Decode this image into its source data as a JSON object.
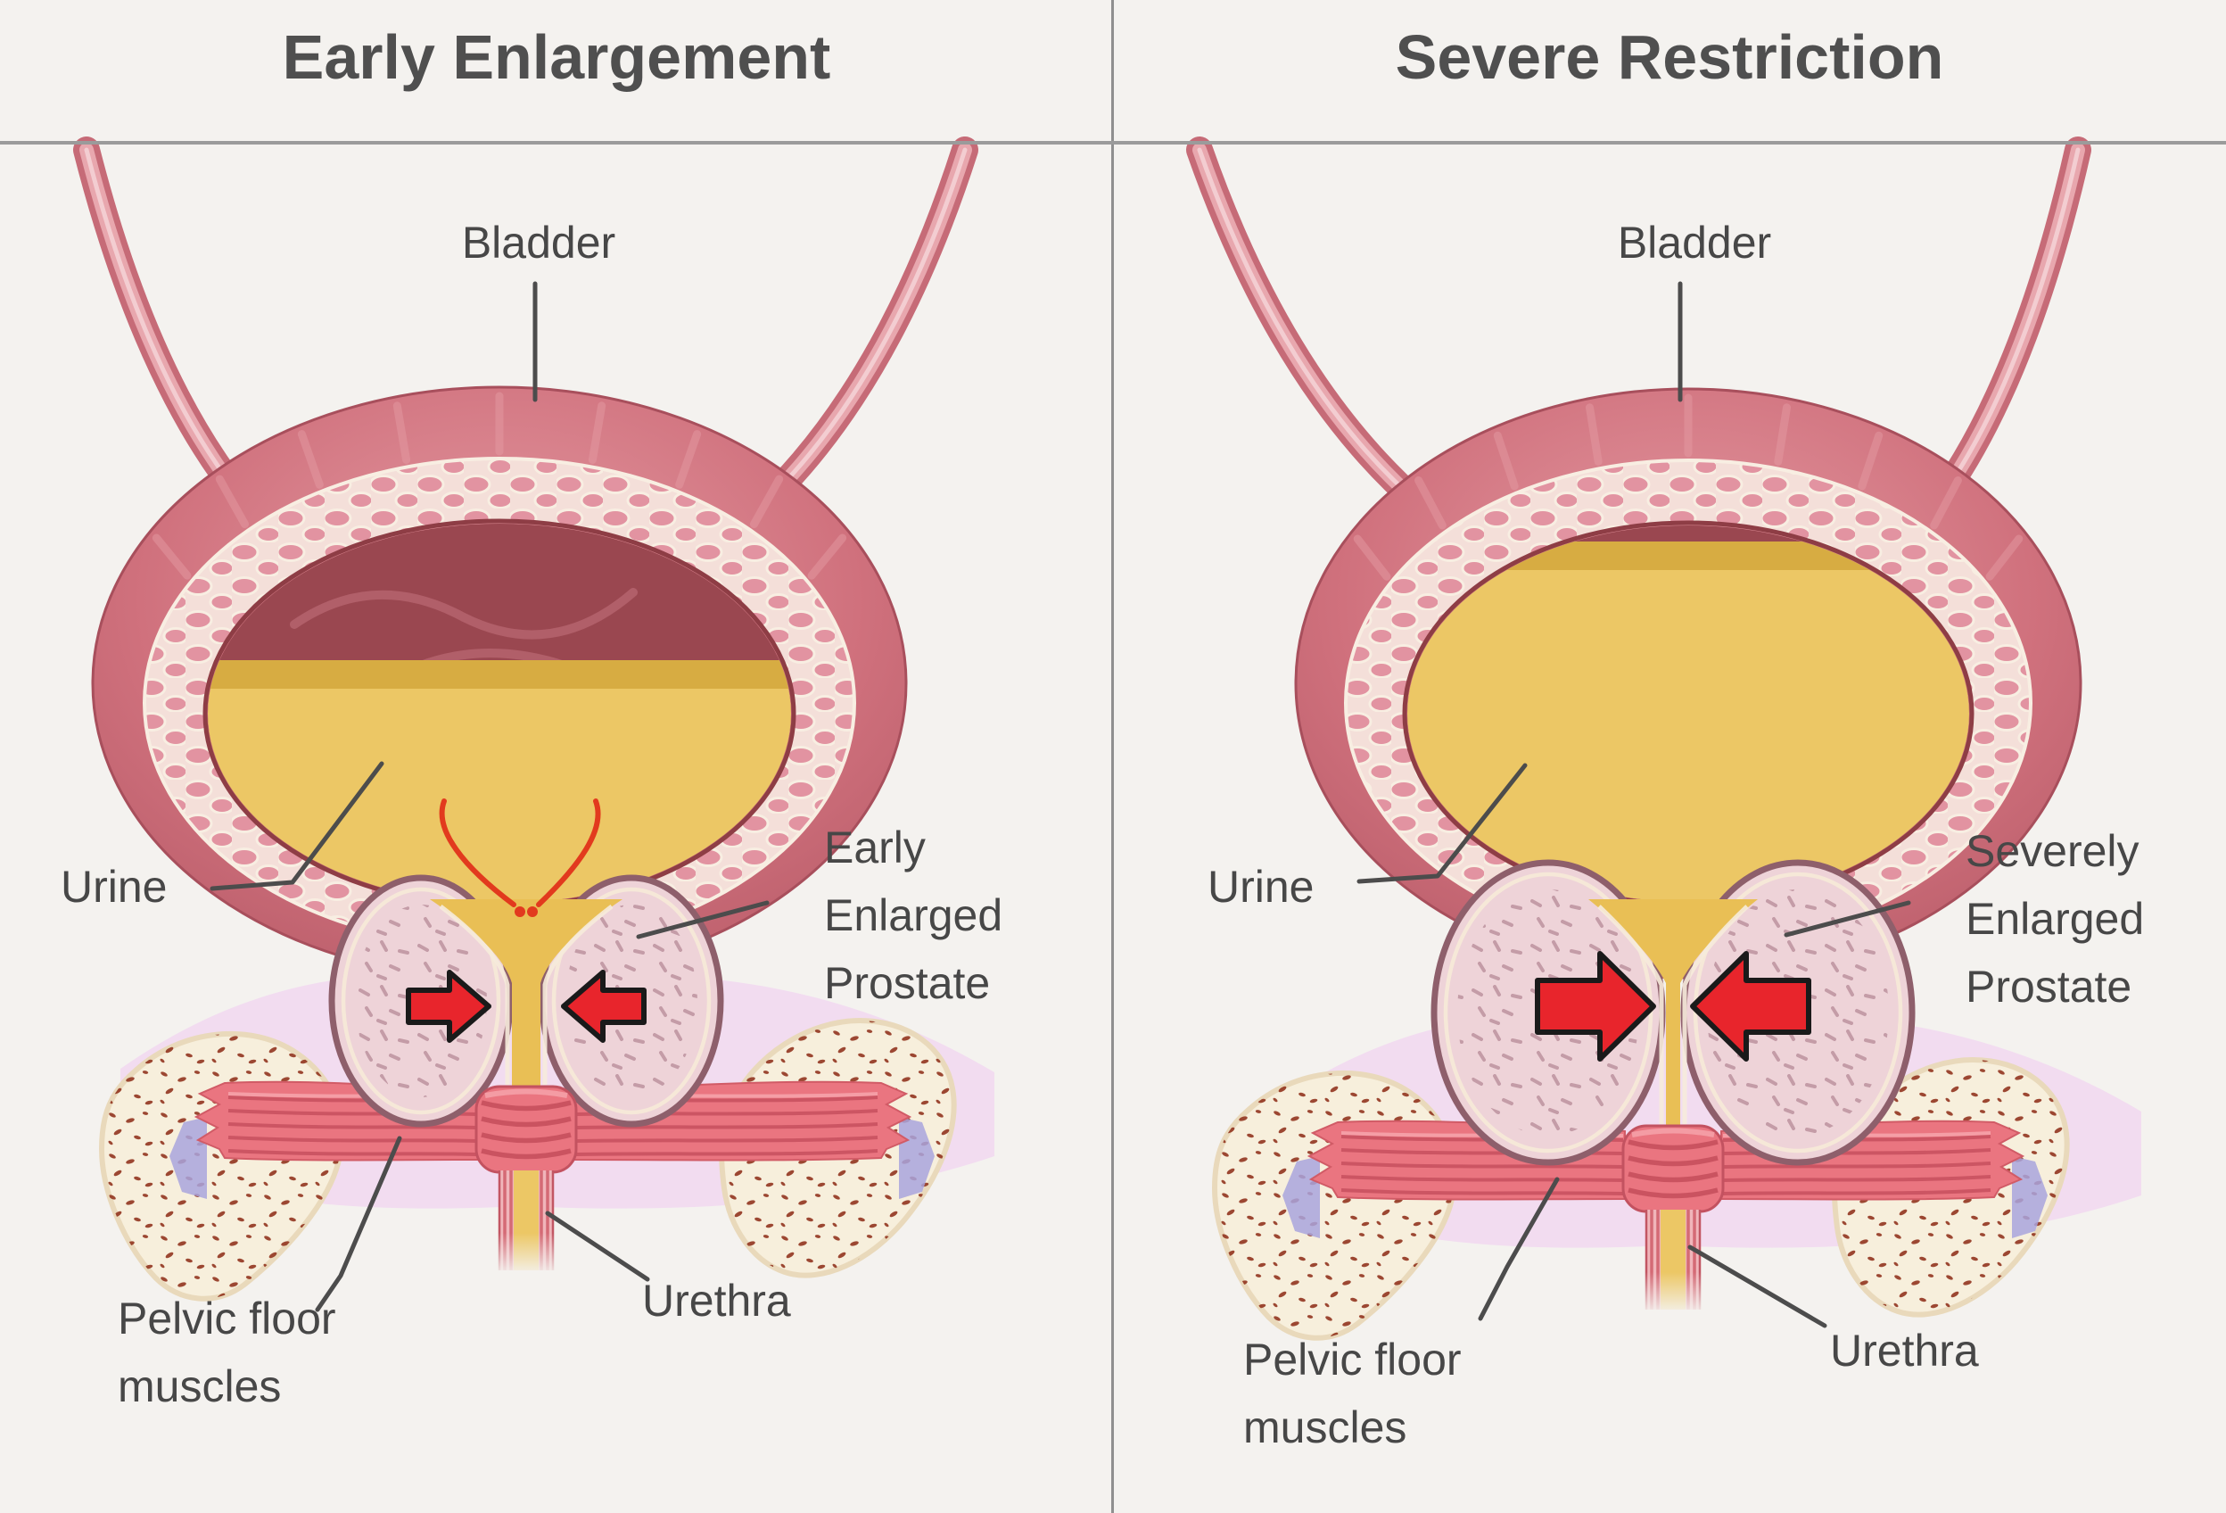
{
  "panels": [
    {
      "title": "Early Enlargement",
      "labels": {
        "bladder": "Bladder",
        "urine": "Urine",
        "prostate": [
          "Early",
          "Enlarged",
          "Prostate"
        ],
        "pelvic": [
          "Pelvic floor",
          "muscles"
        ],
        "urethra": "Urethra"
      },
      "arrows": {
        "count": 2,
        "direction": "inward toward urethra",
        "size": "small"
      },
      "urine_level": "bladder about half full"
    },
    {
      "title": "Severe Restriction",
      "labels": {
        "bladder": "Bladder",
        "urine": "Urine",
        "prostate": [
          "Severely",
          "Enlarged",
          "Prostate"
        ],
        "pelvic": [
          "Pelvic floor",
          "muscles"
        ],
        "urethra": "Urethra"
      },
      "arrows": {
        "count": 2,
        "direction": "inward toward urethra",
        "size": "large"
      },
      "urine_level": "bladder nearly full (retained urine)"
    }
  ],
  "palette": {
    "background": "#f4f2ef",
    "title_text": "#4f4f4f",
    "label_text": "#474747",
    "leader_line": "#4c4c4c",
    "divider": "#8f8f8f",
    "header_rule": "#9b9b9b",
    "bladder_wall": "#d0717d",
    "bladder_wall_light": "#e49aa2",
    "bladder_wall_dark": "#b25663",
    "cobblestone_base": "#f4dfd9",
    "pebble": "#e293a1",
    "pebble_stroke": "#f8eee2",
    "bladder_interior": "#9a4750",
    "interior_fold": "#b4626c",
    "urine": "#ecc765",
    "urine_dark": "#d5a83e",
    "urine_deep": "#e9bf55",
    "prostate_fill": "#eed3d8",
    "prostate_outline": "#8e5f6b",
    "prostate_inner_line": "#f6e9d8",
    "prostate_speckle": "#b98e9b",
    "arrow_red": "#e8252c",
    "arrow_outline": "#1a1a1a",
    "pelvic_sheet": "#f2dcf0",
    "bone_fill": "#f7efdc",
    "bone_outline": "#e9d9bb",
    "bone_speckle": "#92351f",
    "muscle": "#ea7580",
    "muscle_dark": "#c44e5b",
    "muscle_light": "#f6a3aa",
    "fascia": "#a9a4dd",
    "urethra_wall": "#f0b5ba",
    "urethra_stripe": "#d2626e",
    "funnel_red": "#e23a1e"
  }
}
